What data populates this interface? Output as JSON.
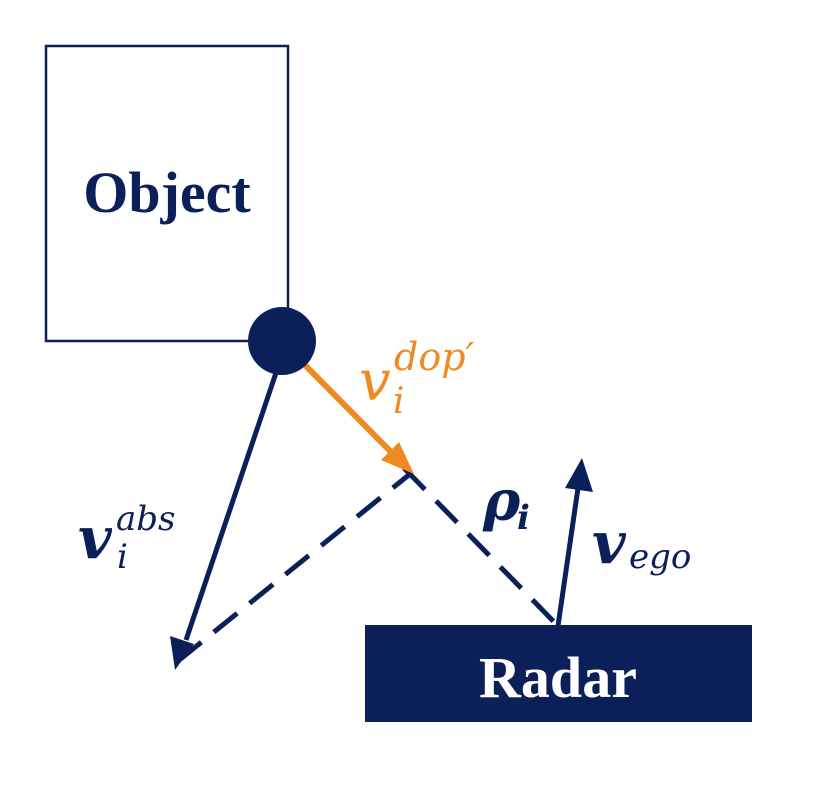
{
  "colors": {
    "navy": "#0b2059",
    "orange": "#ef8a22",
    "background": "#ffffff"
  },
  "object_box": {
    "label": "Object"
  },
  "radar_box": {
    "label": "Radar"
  },
  "labels": {
    "v_abs": {
      "base": "v",
      "sub": "i",
      "sup": "abs"
    },
    "v_dop": {
      "base": "v",
      "sub": "i",
      "sup": "dop′"
    },
    "rho": {
      "base": "ρ",
      "sub": "i"
    },
    "v_ego": {
      "base": "v",
      "sub": "ego"
    }
  }
}
